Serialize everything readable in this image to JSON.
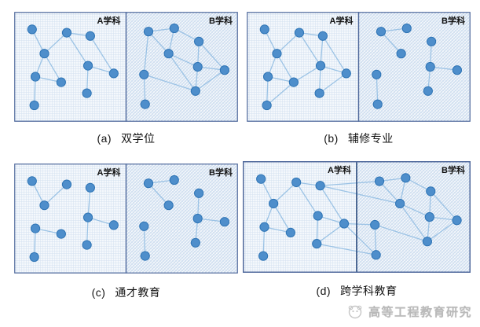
{
  "figure": {
    "background": "#ffffff",
    "description_labels": {
      "discipline_a": "A学科",
      "discipline_b": "B学科"
    }
  },
  "colors": {
    "node_fill": "#4e8ecb",
    "node_stroke": "#2e74b5",
    "edge": "#9cc3e5",
    "box_border": "#4f689b",
    "divider": "#2a4a7c",
    "grid_bg": "#f4f8fc",
    "grid_line": "#d3e1f0",
    "hatch_bg": "#cbdbee",
    "hatch_line_strong": "rgba(255,255,255,0.85)",
    "hatch_line_soft": "rgba(255,255,255,0.45)",
    "label_color": "#111111",
    "caption_color": "#141414",
    "watermark_color": "#b9b9b9"
  },
  "node_layouts": {
    "A": [
      [
        16,
        16
      ],
      [
        47,
        19
      ],
      [
        68,
        22
      ],
      [
        27,
        38
      ],
      [
        66,
        49
      ],
      [
        89,
        56
      ],
      [
        19,
        59
      ],
      [
        42,
        64
      ],
      [
        65,
        74
      ],
      [
        18,
        85
      ]
    ],
    "B": [
      [
        20,
        18
      ],
      [
        43,
        15
      ],
      [
        65,
        27
      ],
      [
        38,
        38
      ],
      [
        64,
        50
      ],
      [
        88,
        53
      ],
      [
        16,
        57
      ],
      [
        62,
        72
      ],
      [
        17,
        84
      ]
    ]
  },
  "panels": [
    {
      "id": "a",
      "caption_index": "(a)",
      "caption_text": "双学位",
      "split": false,
      "edges_a": [
        [
          0,
          3
        ],
        [
          1,
          2
        ],
        [
          1,
          3
        ],
        [
          1,
          4
        ],
        [
          2,
          5
        ],
        [
          3,
          6
        ],
        [
          3,
          7
        ],
        [
          4,
          5
        ],
        [
          4,
          8
        ],
        [
          6,
          7
        ],
        [
          6,
          9
        ]
      ],
      "edges_b": [
        [
          0,
          1
        ],
        [
          0,
          3
        ],
        [
          0,
          6
        ],
        [
          1,
          2
        ],
        [
          1,
          3
        ],
        [
          2,
          4
        ],
        [
          2,
          5
        ],
        [
          3,
          4
        ],
        [
          3,
          7
        ],
        [
          4,
          5
        ],
        [
          4,
          7
        ],
        [
          5,
          7
        ],
        [
          6,
          7
        ],
        [
          6,
          8
        ]
      ],
      "cross_edges": []
    },
    {
      "id": "b",
      "caption_index": "(b)",
      "caption_text": "辅修专业",
      "split": false,
      "edges_a": [
        [
          0,
          3
        ],
        [
          1,
          2
        ],
        [
          1,
          3
        ],
        [
          1,
          4
        ],
        [
          2,
          4
        ],
        [
          2,
          5
        ],
        [
          3,
          6
        ],
        [
          3,
          7
        ],
        [
          4,
          5
        ],
        [
          4,
          7
        ],
        [
          4,
          8
        ],
        [
          5,
          8
        ],
        [
          6,
          7
        ],
        [
          6,
          9
        ],
        [
          7,
          9
        ]
      ],
      "edges_b": [
        [
          0,
          1
        ],
        [
          0,
          3
        ],
        [
          2,
          4
        ],
        [
          4,
          5
        ],
        [
          4,
          7
        ],
        [
          6,
          8
        ]
      ],
      "cross_edges": []
    },
    {
      "id": "c",
      "caption_index": "(c)",
      "caption_text": "通才教育",
      "split": false,
      "edges_a": [
        [
          0,
          3
        ],
        [
          1,
          3
        ],
        [
          2,
          4
        ],
        [
          4,
          5
        ],
        [
          4,
          8
        ],
        [
          6,
          7
        ],
        [
          6,
          9
        ]
      ],
      "edges_b": [
        [
          0,
          1
        ],
        [
          0,
          3
        ],
        [
          2,
          4
        ],
        [
          4,
          5
        ],
        [
          4,
          7
        ],
        [
          6,
          8
        ]
      ],
      "cross_edges": []
    },
    {
      "id": "d",
      "caption_index": "(d)",
      "caption_text": "跨学科教育",
      "split": true,
      "edges_a": [
        [
          0,
          3
        ],
        [
          1,
          2
        ],
        [
          1,
          3
        ],
        [
          1,
          4
        ],
        [
          2,
          5
        ],
        [
          3,
          6
        ],
        [
          3,
          7
        ],
        [
          4,
          5
        ],
        [
          4,
          8
        ],
        [
          5,
          8
        ],
        [
          6,
          7
        ],
        [
          6,
          9
        ]
      ],
      "edges_b": [
        [
          0,
          1
        ],
        [
          0,
          3
        ],
        [
          1,
          2
        ],
        [
          1,
          3
        ],
        [
          2,
          4
        ],
        [
          2,
          5
        ],
        [
          3,
          4
        ],
        [
          3,
          7
        ],
        [
          4,
          5
        ],
        [
          4,
          7
        ],
        [
          5,
          7
        ],
        [
          6,
          7
        ],
        [
          6,
          8
        ]
      ],
      "cross_edges": [
        [
          2,
          0
        ],
        [
          2,
          3
        ],
        [
          5,
          6
        ],
        [
          5,
          8
        ],
        [
          8,
          8
        ]
      ]
    }
  ],
  "watermark": {
    "text": "高等工程教育研究"
  }
}
